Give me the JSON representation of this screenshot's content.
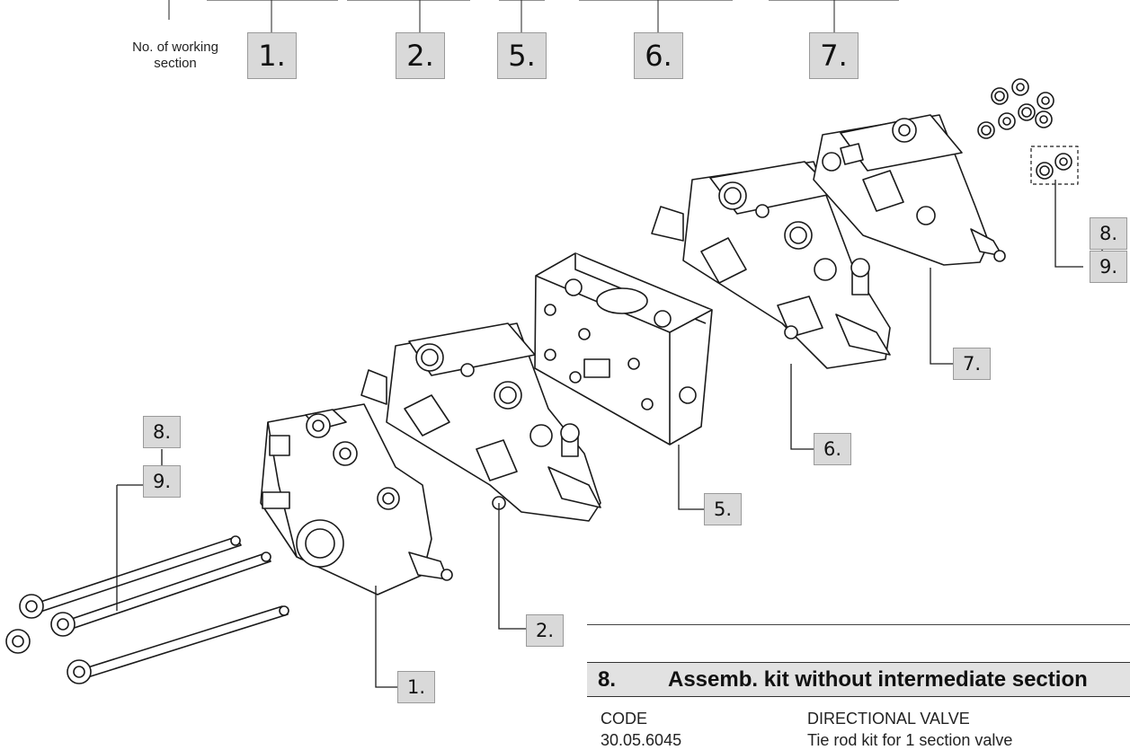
{
  "working_section_label": {
    "line1": "No. of working",
    "line2": "section"
  },
  "top_tags": [
    "1.",
    "2.",
    "5.",
    "6.",
    "7."
  ],
  "callouts": {
    "c1": "1.",
    "c2": "2.",
    "c5": "5.",
    "c6": "6.",
    "c7": "7.",
    "c8_left": "8.",
    "c9_left": "9.",
    "c8_right": "8.",
    "c9_right": "9."
  },
  "kit": {
    "number": "8.",
    "title": "Assemb. kit without intermediate section",
    "col_code": "CODE",
    "col_desc": "DIRECTIONAL VALVE",
    "row_code": "30.05.6045",
    "row_desc": "Tie rod kit for 1 section valve"
  }
}
